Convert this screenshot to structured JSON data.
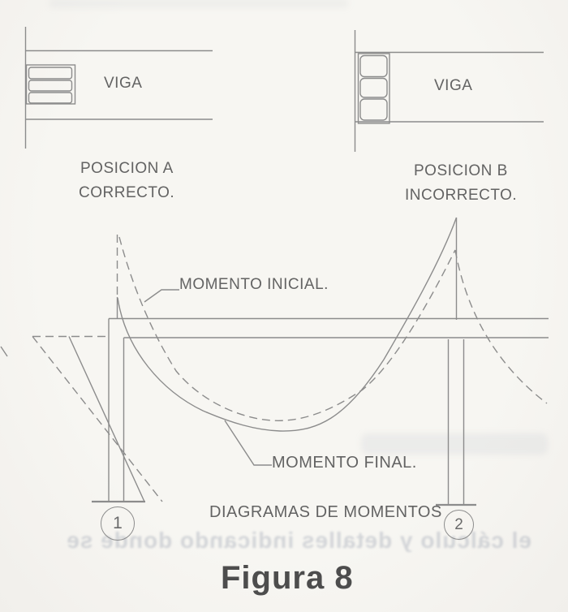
{
  "colors": {
    "paper": "#f5f4f0",
    "line": "#8c8c8c",
    "text": "#636363",
    "caption": "#4d4d4d"
  },
  "top_details": {
    "left": {
      "beam_label": "VIGA",
      "position": "POSICION A",
      "verdict": "CORRECTO."
    },
    "right": {
      "beam_label": "VIGA",
      "position": "POSICION B",
      "verdict": "INCORRECTO."
    }
  },
  "moment_diagram": {
    "initial_label": "MOMENTO INICIAL.",
    "final_label": "MOMENTO FINAL.",
    "caption": "DIAGRAMAS DE MOMENTOS",
    "support_left": "1",
    "support_right": "2"
  },
  "figure_caption": "Figura 8",
  "bleedthrough_text": "el cálculo y detalles indicando donde se"
}
